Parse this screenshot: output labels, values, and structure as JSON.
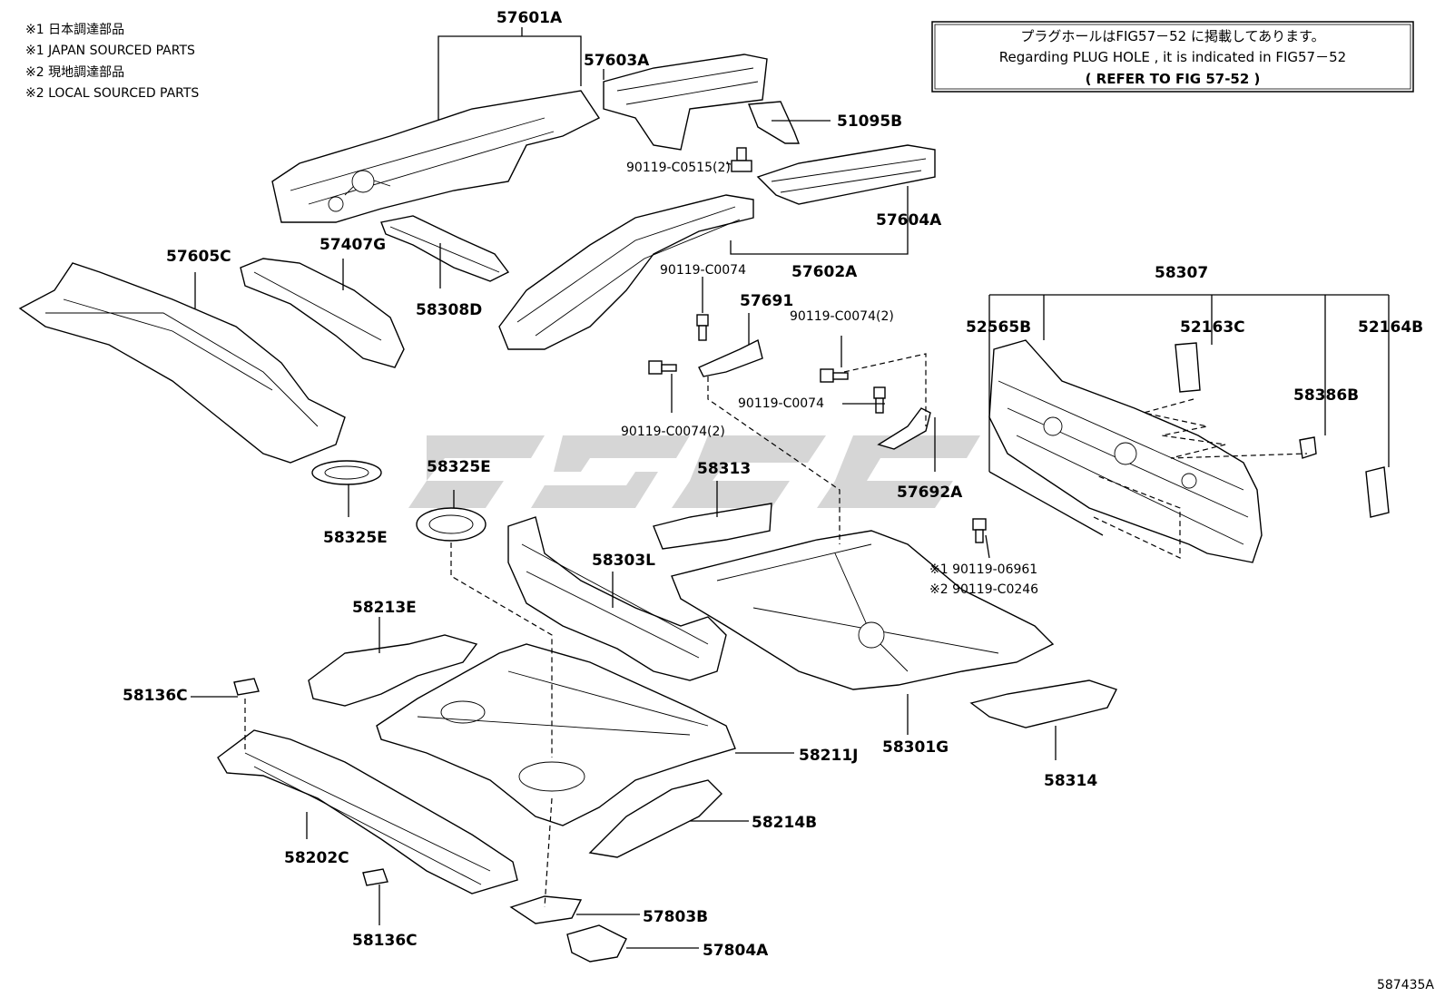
{
  "legend": {
    "lines": [
      "※1 日本調達部品",
      "※1 JAPAN SOURCED PARTS",
      "※2 現地調達部品",
      "※2 LOCAL SOURCED PARTS"
    ]
  },
  "note": {
    "line1": "プラグホールはFIG57－52 に掲載してあります。",
    "line2": "Regarding PLUG HOLE , it is indicated in FIG57－52",
    "line3": "(  REFER TO FIG 57-52  )"
  },
  "figure_id": "587435A",
  "watermark": "CSSC",
  "labels": {
    "p57601A": "57601A",
    "p57603A": "57603A",
    "p51095B": "51095B",
    "p90119_C0515": "90119-C0515(2)",
    "p57604A": "57604A",
    "p57602A": "57602A",
    "p57605C": "57605C",
    "p57407G": "57407G",
    "p58308D": "58308D",
    "p90119_C0074_a": "90119-C0074",
    "p57691": "57691",
    "p90119_C0074_2a": "90119-C0074(2)",
    "p90119_C0074_b": "90119-C0074",
    "p90119_C0074_2b": "90119-C0074(2)",
    "p57692A": "57692A",
    "p58307": "58307",
    "p52565B": "52565B",
    "p52163C": "52163C",
    "p52164B": "52164B",
    "p58386B": "58386B",
    "p58325E_a": "58325E",
    "p58325E_b": "58325E",
    "p58313": "58313",
    "p58303L": "58303L",
    "p90119_06961": "※1 90119-06961",
    "p90119_C0246": "※2 90119-C0246",
    "p58213E": "58213E",
    "p58136C_a": "58136C",
    "p58211J": "58211J",
    "p58301G": "58301G",
    "p58314": "58314",
    "p58214B": "58214B",
    "p58202C": "58202C",
    "p58136C_b": "58136C",
    "p57803B": "57803B",
    "p57804A": "57804A"
  }
}
